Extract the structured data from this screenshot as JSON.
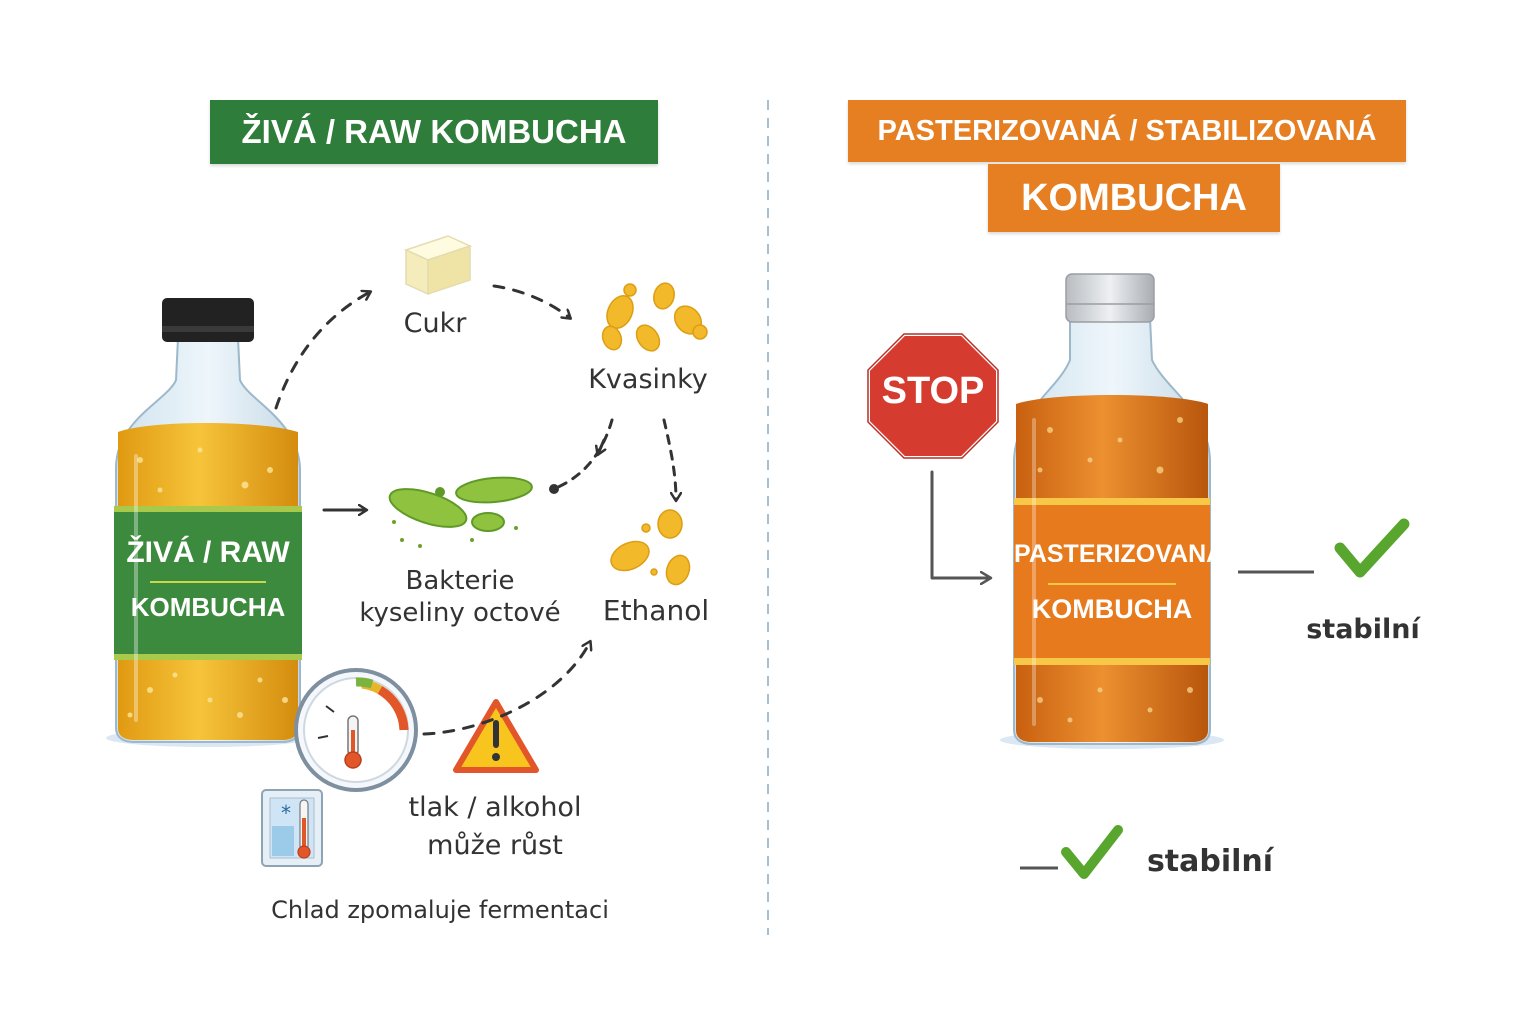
{
  "left_panel": {
    "banner_title": "ŽIVÁ / RAW KOMBUCHA",
    "bottle_label_line1": "ŽIVÁ / RAW",
    "bottle_label_line2": "KOMBUCHA",
    "labels": {
      "sugar": "Cukr",
      "yeast": "Kvasinky",
      "bacteria_line1": "Bakterie",
      "bacteria_line2": "kyseliny octové",
      "ethanol": "Ethanol",
      "warning_line1": "tlak / alkohol",
      "warning_line2": "může růst",
      "cold": "Chlad zpomaluje fermentaci"
    }
  },
  "right_panel": {
    "banner_line1": "PASTERIZOVANÁ / STABILIZOVANÁ",
    "banner_line2": "KOMBUCHA",
    "stop_sign": "STOP",
    "bottle_label_line1": "PASTERIZOVANÁ",
    "bottle_label_line2": "KOMBUCHA",
    "stable_1": "stabilní",
    "stable_2": "stabilní"
  },
  "colors": {
    "green_banner": "#2e7d3a",
    "orange_banner": "#e67e22",
    "stop_red": "#d63b2f",
    "check_green": "#58a62e",
    "warning_yellow": "#f7c51e",
    "arrow_gray": "#333333"
  }
}
